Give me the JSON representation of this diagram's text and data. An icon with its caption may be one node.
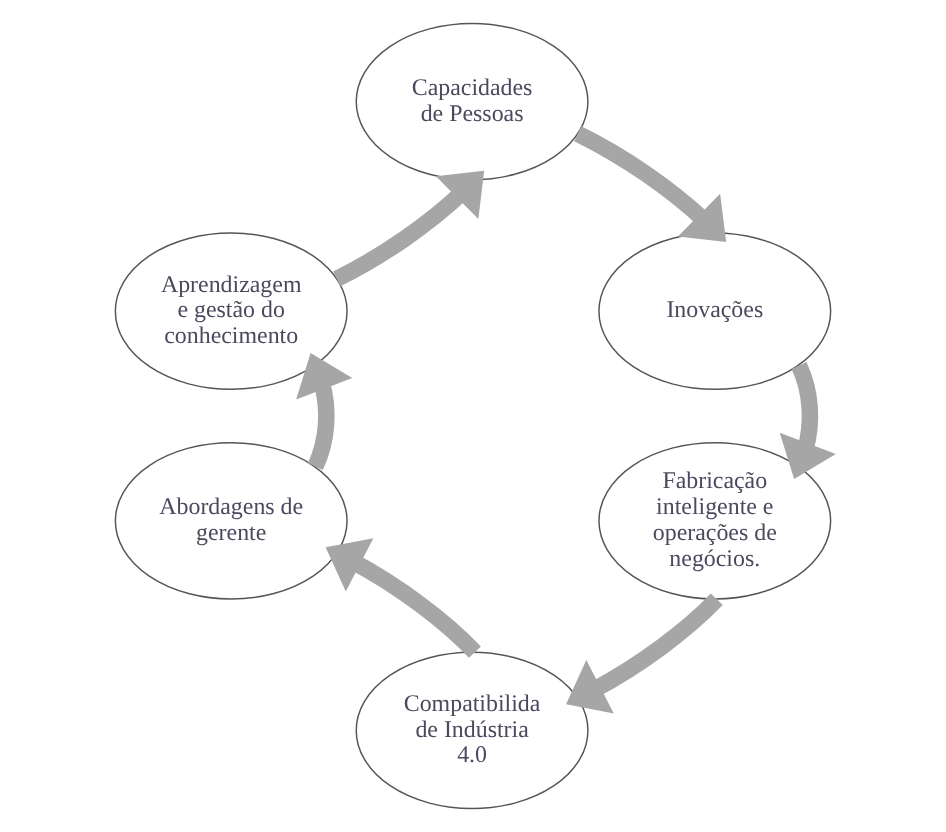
{
  "diagram": {
    "nodes": [
      {
        "text": [
          "Capacidades de Pessoas"
        ]
      },
      {
        "text": [
          "Inovações"
        ]
      },
      {
        "text": [
          "Fabricação inteligente e operações de negócios."
        ]
      },
      {
        "text": [
          "Compatibilida de Indústria 4.0"
        ]
      },
      {
        "text": [
          "Abordagens de gerente"
        ]
      },
      {
        "text": [
          "Aprendizagem e gestão do conhecimento"
        ]
      }
    ],
    "edges": [
      {
        "from": 0,
        "to": 1,
        "arrow": "to"
      },
      {
        "from": 1,
        "to": 2,
        "arrow": "to"
      },
      {
        "from": 2,
        "to": 3,
        "arrow": "to"
      },
      {
        "from": 3,
        "to": 4,
        "arrow": "to"
      },
      {
        "from": 4,
        "to": 5,
        "arrow": "to"
      },
      {
        "from": 5,
        "to": 0,
        "arrow": "to"
      }
    ]
  }
}
